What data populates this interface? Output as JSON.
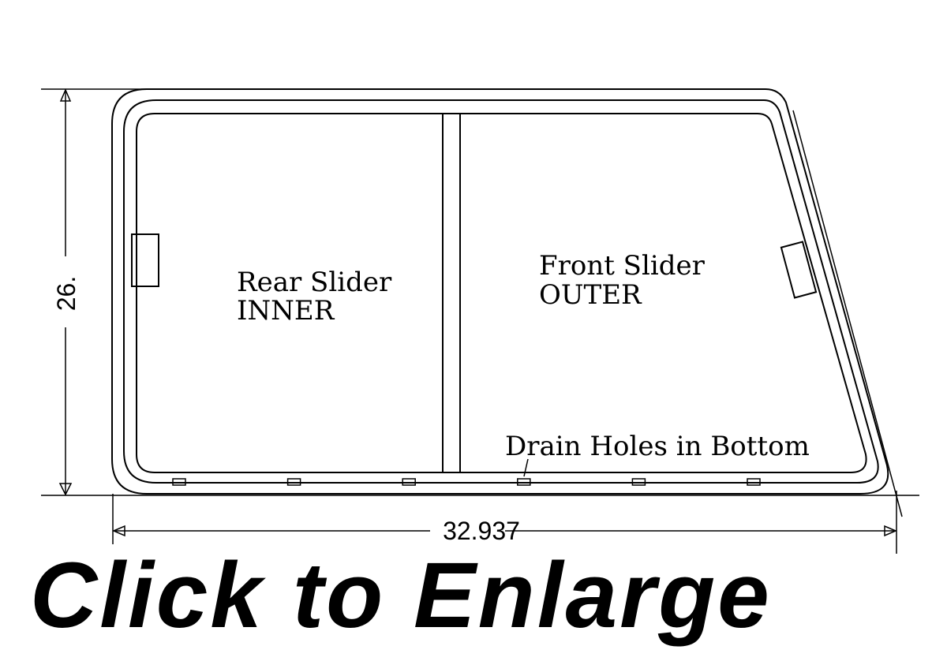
{
  "diagram": {
    "panels": {
      "rear": {
        "line1": "Rear Slider",
        "line2": "INNER"
      },
      "front": {
        "line1": "Front Slider",
        "line2": "OUTER"
      }
    },
    "drain_label": "Drain Holes in Bottom",
    "drain_hole_count": 6,
    "dimensions": {
      "height": "26.",
      "width": "32.937"
    }
  },
  "link": {
    "label": "Click to Enlarge"
  },
  "colors": {
    "ink": "#000000",
    "paper": "#ffffff"
  }
}
